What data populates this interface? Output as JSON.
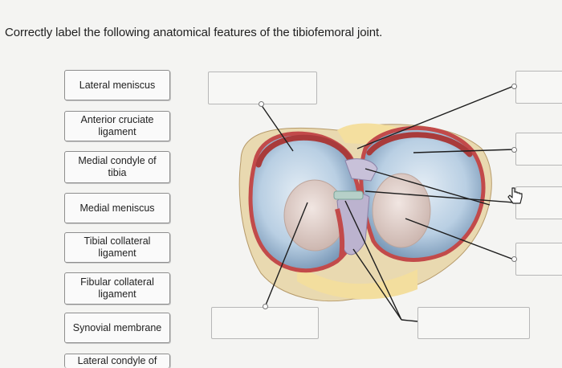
{
  "question": "Correctly label the following anatomical features of the tibiofemoral joint.",
  "labels": [
    "Lateral meniscus",
    "Anterior cruciate\nligament",
    "Medial condyle of\ntibia",
    "Medial meniscus",
    "Tibial collateral\nligament",
    "Fibular collateral\nligament",
    "Synovial membrane",
    "Lateral condyle of"
  ],
  "diagram": {
    "name": "tibiofemoral-joint-illustration",
    "colors": {
      "cartilage": "#bfd3e6",
      "meniscus": "#c24a4a",
      "ligament": "#b8b0cc",
      "fat": "#f1dca3",
      "leader": "#222222"
    }
  },
  "icons": {
    "cursor": "hand-cursor-icon"
  }
}
